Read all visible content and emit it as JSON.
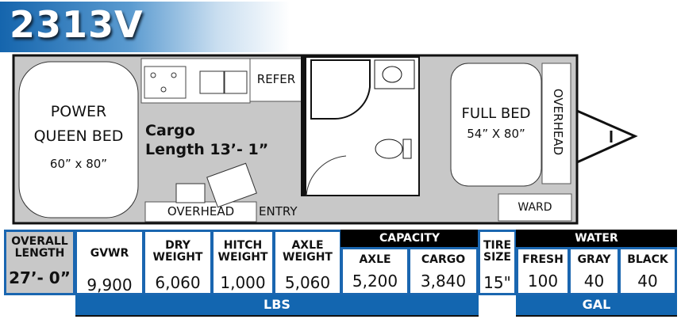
{
  "title": "2313V",
  "floorplan": {
    "bed_left": {
      "line1": "POWER",
      "line2": "QUEEN BED",
      "size": "60” x 80”"
    },
    "refer": "REFER",
    "cargo": {
      "line1": "Cargo",
      "line2": "Length 13’- 1”"
    },
    "overhead_bottom": "OVERHEAD",
    "entry": "ENTRY",
    "bed_right": {
      "line1": "FULL BED",
      "size": "54” X 80”"
    },
    "overhead_right": "OVERHEAD",
    "ward": "WARD"
  },
  "specs": {
    "overall_length": {
      "label1": "OVERALL",
      "label2": "LENGTH",
      "value": "27’- 0”"
    },
    "gvwr": {
      "label": "GVWR",
      "value": "9,900"
    },
    "dry_weight": {
      "label1": "DRY",
      "label2": "WEIGHT",
      "value": "6,060"
    },
    "hitch_weight": {
      "label1": "HITCH",
      "label2": "WEIGHT",
      "value": "1,000"
    },
    "axle_weight": {
      "label1": "AXLE",
      "label2": "WEIGHT",
      "value": "5,060"
    },
    "capacity": {
      "header": "CAPACITY",
      "axle": {
        "label": "AXLE",
        "value": "5,200"
      },
      "cargo": {
        "label": "CARGO",
        "value": "3,840"
      }
    },
    "tire": {
      "label1": "TIRE",
      "label2": "SIZE",
      "value": "15\""
    },
    "water": {
      "header": "WATER",
      "fresh": {
        "label": "FRESH",
        "value": "100"
      },
      "gray": {
        "label": "GRAY",
        "value": "40"
      },
      "black": {
        "label": "BLACK",
        "value": "40"
      }
    },
    "lbs": "LBS",
    "gal": "GAL"
  }
}
